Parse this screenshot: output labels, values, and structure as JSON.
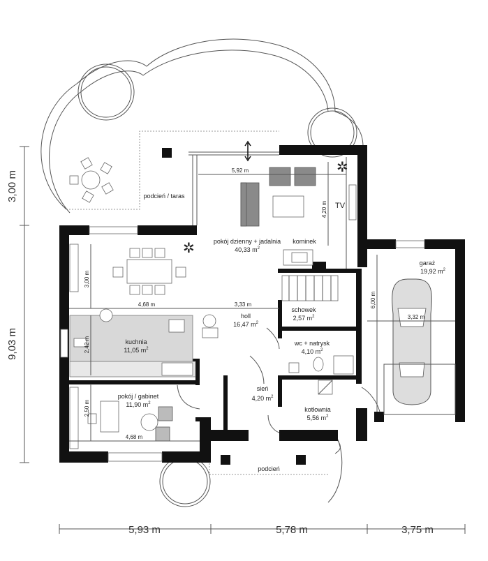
{
  "rooms": [
    {
      "name": "pokój dzienny + jadalnia",
      "area": "40,33 m",
      "sup": "2"
    },
    {
      "name": "kominek",
      "area": "",
      "sup": ""
    },
    {
      "name": "kuchnia",
      "area": "11,05 m",
      "sup": "2"
    },
    {
      "name": "holl",
      "area": "16,47 m",
      "sup": "2"
    },
    {
      "name": "schowek",
      "area": "2,57 m",
      "sup": "2"
    },
    {
      "name": "wc + natrysk",
      "area": "4,10 m",
      "sup": "2"
    },
    {
      "name": "pokój / gabinet",
      "area": "11,90 m",
      "sup": "2"
    },
    {
      "name": "sień",
      "area": "4,20 m",
      "sup": "2"
    },
    {
      "name": "kotłownia",
      "area": "5,56 m",
      "sup": "2"
    },
    {
      "name": "garaż",
      "area": "19,92 m",
      "sup": "2"
    }
  ],
  "outdoor": {
    "terrace": "podcień / taras",
    "porch": "podcień",
    "tv": "TV"
  },
  "inner_dims": {
    "living_width": "5,92 m",
    "living_depth": "4,20 m",
    "dining_depth": "3,00 m",
    "dining_width": "4,68 m",
    "hall_width": "3,33 m",
    "kitchen_depth": "2,42 m",
    "office_depth": "2,50 m",
    "office_width": "4,68 m",
    "garage_depth": "6,00 m",
    "garage_width": "3,32 m"
  },
  "outer_dims": {
    "left_top": "3,00 m",
    "left_main": "9,03 m",
    "bottom_left": "5,93 m",
    "bottom_mid": "5,78 m",
    "bottom_right": "3,75 m"
  }
}
